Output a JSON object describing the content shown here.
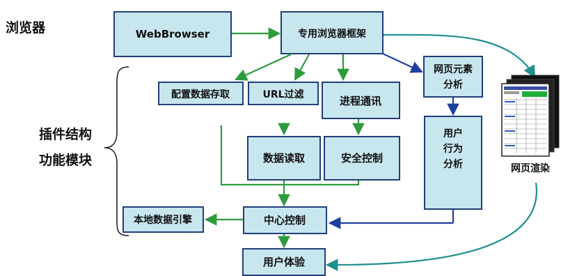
{
  "labels": {
    "browser": "浏览器",
    "plugin_line1": "插件结构",
    "plugin_line2": "功能模块",
    "render": "网页渲染"
  },
  "boxes": {
    "webbrowser": "WebBrowser",
    "framework": "专用浏览器框架",
    "config": "配置数据存取",
    "url": "URL过滤",
    "ipc": "进程通讯",
    "element_line1": "网页元素",
    "element_line2": "分析",
    "behavior_line1": "用户",
    "behavior_line2": "行为",
    "behavior_line3": "分析",
    "dataread": "数据读取",
    "security": "安全控制",
    "localengine": "本地数据引擎",
    "center": "中心控制",
    "ux": "用户体验"
  },
  "colors": {
    "box_fill": "#c8e6ee",
    "box_border": "#1f3f79",
    "arrow_green": "#2e9a3e",
    "arrow_blue": "#1f3fa0",
    "arrow_teal": "#1f8f8f"
  }
}
